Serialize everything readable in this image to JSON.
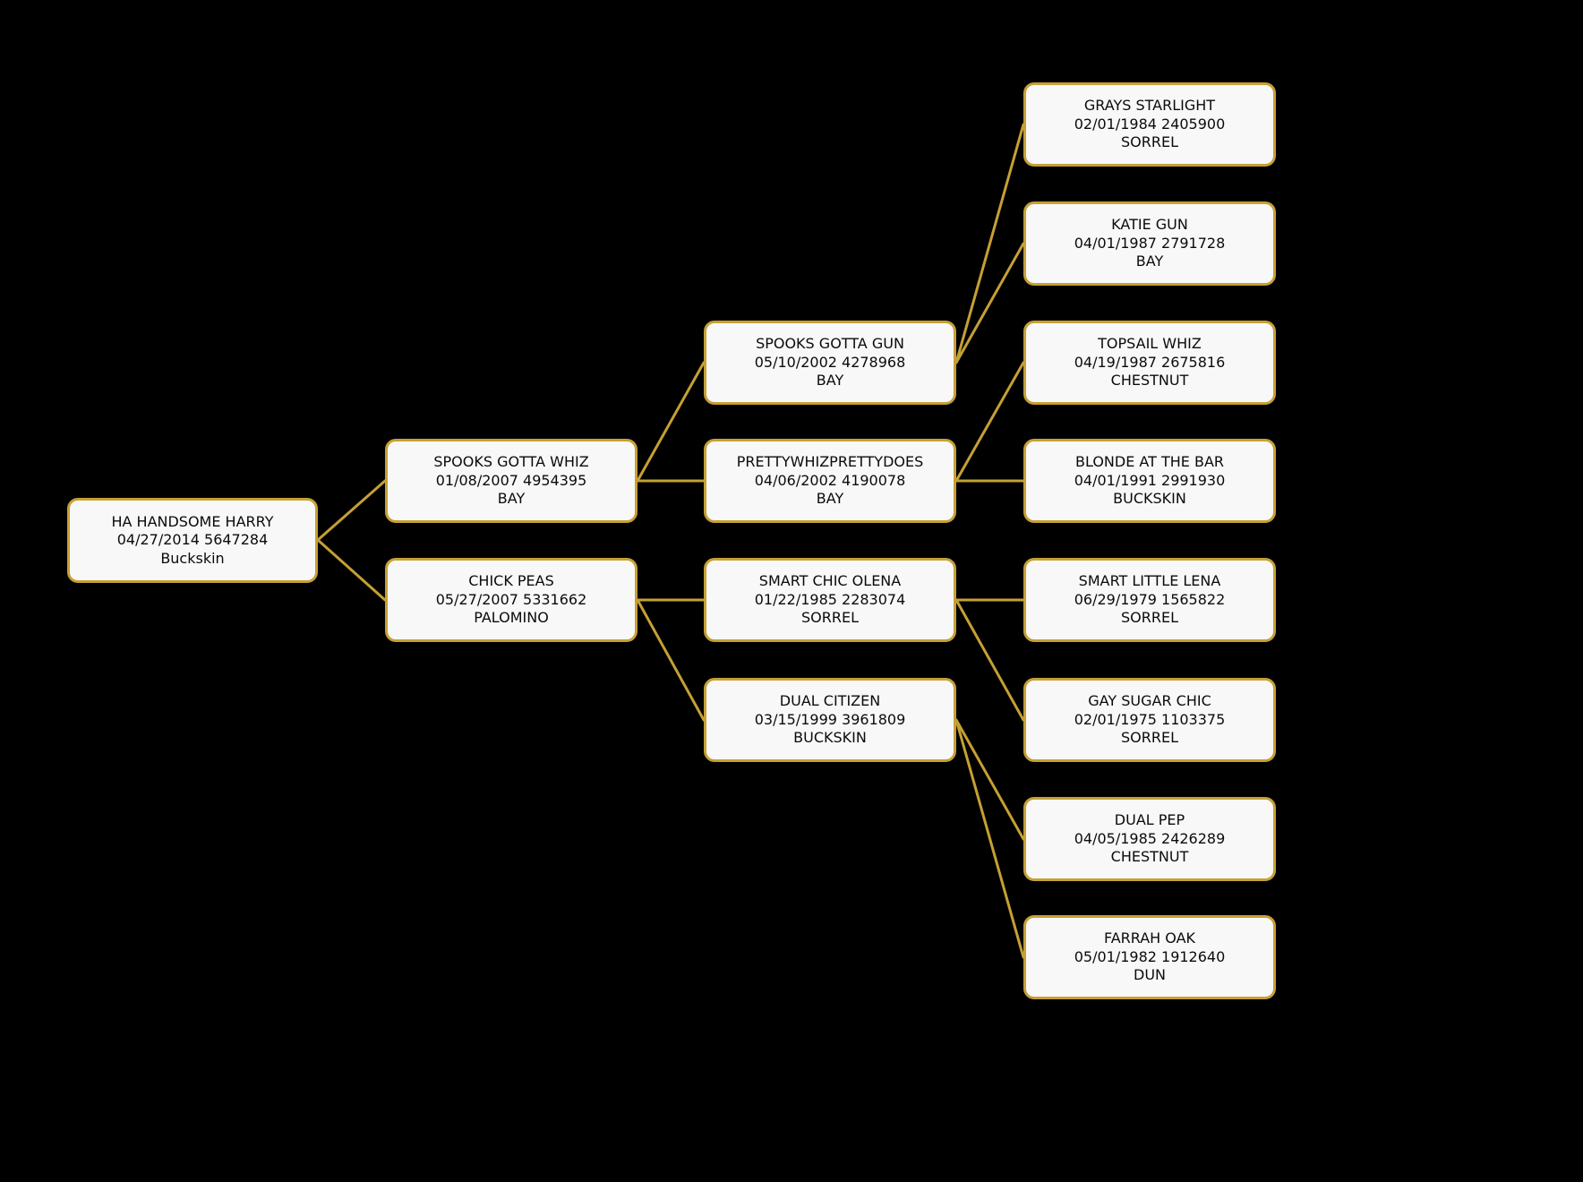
{
  "colors": {
    "page_bg": "#000000",
    "node_bg": "#f8f8f8",
    "node_border": "#c6a034",
    "edge": "#c6a034",
    "node_text": "#0b0b0b"
  },
  "nodes": [
    {
      "id": "ha-handsome-harry",
      "name": "HA HANDSOME HARRY",
      "dob": "04/27/2014",
      "reg": "5647284",
      "coat": "Buckskin",
      "generation": 1
    },
    {
      "id": "spooks-gotta-whiz",
      "name": "SPOOKS GOTTA WHIZ",
      "dob": "01/08/2007",
      "reg": "4954395",
      "coat": "BAY",
      "generation": 2
    },
    {
      "id": "chick-peas",
      "name": "CHICK PEAS",
      "dob": "05/27/2007",
      "reg": "5331662",
      "coat": "PALOMINO",
      "generation": 2
    },
    {
      "id": "spooks-gotta-gun",
      "name": "SPOOKS GOTTA GUN",
      "dob": "05/10/2002",
      "reg": "4278968",
      "coat": "BAY",
      "generation": 3
    },
    {
      "id": "prettywhizprettydoes",
      "name": "PRETTYWHIZPRETTYDOES",
      "dob": "04/06/2002",
      "reg": "4190078",
      "coat": "BAY",
      "generation": 3
    },
    {
      "id": "smart-chic-olena",
      "name": "SMART CHIC OLENA",
      "dob": "01/22/1985",
      "reg": "2283074",
      "coat": "SORREL",
      "generation": 3
    },
    {
      "id": "dual-citizen",
      "name": "DUAL CITIZEN",
      "dob": "03/15/1999",
      "reg": "3961809",
      "coat": "BUCKSKIN",
      "generation": 3
    },
    {
      "id": "grays-starlight",
      "name": "GRAYS STARLIGHT",
      "dob": "02/01/1984",
      "reg": "2405900",
      "coat": "SORREL",
      "generation": 4
    },
    {
      "id": "katie-gun",
      "name": "KATIE GUN",
      "dob": "04/01/1987",
      "reg": "2791728",
      "coat": "BAY",
      "generation": 4
    },
    {
      "id": "topsail-whiz",
      "name": "TOPSAIL WHIZ",
      "dob": "04/19/1987",
      "reg": "2675816",
      "coat": "CHESTNUT",
      "generation": 4
    },
    {
      "id": "blonde-at-the-bar",
      "name": "BLONDE AT THE BAR",
      "dob": "04/01/1991",
      "reg": "2991930",
      "coat": "BUCKSKIN",
      "generation": 4
    },
    {
      "id": "smart-little-lena",
      "name": "SMART LITTLE LENA",
      "dob": "06/29/1979",
      "reg": "1565822",
      "coat": "SORREL",
      "generation": 4
    },
    {
      "id": "gay-sugar-chic",
      "name": "GAY SUGAR CHIC",
      "dob": "02/01/1975",
      "reg": "1103375",
      "coat": "SORREL",
      "generation": 4
    },
    {
      "id": "dual-pep",
      "name": "DUAL PEP",
      "dob": "04/05/1985",
      "reg": "2426289",
      "coat": "CHESTNUT",
      "generation": 4
    },
    {
      "id": "farrah-oak",
      "name": "FARRAH OAK",
      "dob": "05/01/1982",
      "reg": "1912640",
      "coat": "DUN",
      "generation": 4
    }
  ],
  "edges": [
    {
      "from": "ha-handsome-harry",
      "to": "spooks-gotta-whiz"
    },
    {
      "from": "ha-handsome-harry",
      "to": "chick-peas"
    },
    {
      "from": "spooks-gotta-whiz",
      "to": "spooks-gotta-gun"
    },
    {
      "from": "spooks-gotta-whiz",
      "to": "prettywhizprettydoes"
    },
    {
      "from": "chick-peas",
      "to": "smart-chic-olena"
    },
    {
      "from": "chick-peas",
      "to": "dual-citizen"
    },
    {
      "from": "spooks-gotta-gun",
      "to": "grays-starlight"
    },
    {
      "from": "spooks-gotta-gun",
      "to": "katie-gun"
    },
    {
      "from": "prettywhizprettydoes",
      "to": "topsail-whiz"
    },
    {
      "from": "prettywhizprettydoes",
      "to": "blonde-at-the-bar"
    },
    {
      "from": "smart-chic-olena",
      "to": "smart-little-lena"
    },
    {
      "from": "smart-chic-olena",
      "to": "gay-sugar-chic"
    },
    {
      "from": "dual-citizen",
      "to": "dual-pep"
    },
    {
      "from": "dual-citizen",
      "to": "farrah-oak"
    }
  ]
}
